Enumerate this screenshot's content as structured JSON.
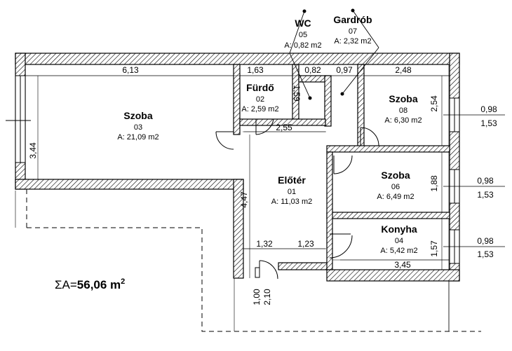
{
  "rooms": [
    {
      "id": "01",
      "name": "Előtér",
      "number": "01",
      "area": "A: 11,03 m2"
    },
    {
      "id": "02",
      "name": "Fürdő",
      "number": "02",
      "area": "A: 2,59 m2"
    },
    {
      "id": "03",
      "name": "Szoba",
      "number": "03",
      "area": "A: 21,09 m2"
    },
    {
      "id": "04",
      "name": "Konyha",
      "number": "04",
      "area": "A: 5,42 m2"
    },
    {
      "id": "05",
      "name": "WC",
      "number": "05",
      "area": "A: 0,82 m2"
    },
    {
      "id": "06",
      "name": "Szoba",
      "number": "06",
      "area": "A: 6,49 m2"
    },
    {
      "id": "07",
      "name": "Gardrób",
      "number": "07",
      "area": "A: 2,32 m2"
    },
    {
      "id": "08",
      "name": "Szoba",
      "number": "08",
      "area": "A: 6,30 m2"
    }
  ],
  "dimensions": {
    "top_613": "6,13",
    "top_163": "1,63",
    "top_082": "0,82",
    "top_097": "0,97",
    "top_248": "2,48",
    "left_344": "3,44",
    "bath_159": "1,59",
    "hall_255": "2,55",
    "hall_447": "4,47",
    "hall_132": "1,32",
    "hall_123": "1,23",
    "kitchen_345": "3,45",
    "right_254": "2,54",
    "right_188": "1,88",
    "right_157": "1,57",
    "door_100": "1,00",
    "door_210": "2,10"
  },
  "windows": {
    "w8_top": "0,98",
    "w8_bottom": "1,53",
    "w6_top": "0,98",
    "w6_bottom": "1,53",
    "w4_top": "0,98",
    "w4_bottom": "1,53"
  },
  "total": {
    "prefix": "ΣA=",
    "value": "56,06 m",
    "sup": "2"
  }
}
